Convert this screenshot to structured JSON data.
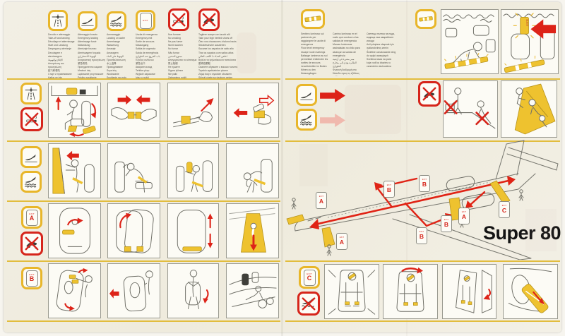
{
  "card": {
    "aircraft_name": "Super 80",
    "exit_word": "EXIT"
  },
  "top_instructions": [
    {
      "name": "takeoff-landing",
      "lines": [
        "Decollo e atterraggio",
        "Take-off and landing",
        "Décollage et atterrissage",
        "Start und Landung",
        "Despegue y aterrizaje",
        "Decolagem e aterrissagem",
        "الإقلاع والهبوط",
        "Απογείωση και προσγείωση",
        "起飞和着陆",
        "Старт и приземяване",
        "Kalkış ve iniş",
        "Start i lądowanie",
        "Start i spuštanje"
      ]
    },
    {
      "name": "emergency-landing",
      "lines": [
        "Atterraggio forzato",
        "Emergency landing",
        "Atterrissage forcé",
        "Notlandung",
        "Aterrizaje forzoso",
        "Aterrissagem forçada",
        "الهبوط الاضطراري",
        "Αναγκαστική προσγείωση",
        "紧急着陆",
        "Принудително кацане",
        "Mecburi iniş",
        "Lądowanie przymusowe",
        "Prisilno spuštanje"
      ]
    },
    {
      "name": "ditching",
      "lines": [
        "Ammaraggio",
        "Landing on water",
        "Amerrissage",
        "Wasserung",
        "Amaraje",
        "Amaragem",
        "الهبوط على الماء",
        "Προσθαλάσσωση",
        "水上迫降",
        "Приводняване",
        "Suya iniş",
        "Wodowanie",
        "Spuštanje na vodu"
      ]
    },
    {
      "name": "emergency-exit",
      "lines": [
        "Uscita di emergenza",
        "Emergency exit",
        "Sortie de secours",
        "Notausgang",
        "Salida de urgencia",
        "Saída de emergência",
        "باب الخروج عند الطوارئ",
        "Έξοδος κινδύνου",
        "紧急出口",
        "Авариен изход",
        "Tehlike çıkışı",
        "Wyjście zapasowe",
        "Izlaz u nuždi"
      ]
    },
    {
      "name": "no-smoking",
      "lines": [
        "Non fumare",
        "No smoking",
        "Ne pas fumer",
        "Nicht rauchen",
        "No fumar",
        "Não fumar",
        "ممنوع التدخين",
        "Απαγορεύεται το κάπνισμα",
        "禁止吸烟",
        "Не пушете",
        "Sigara içilmez",
        "Nie palić",
        "Zabranjeno pušiti"
      ]
    },
    {
      "name": "no-high-heels",
      "lines": [
        "Togliere scarpe con tacchi alti",
        "Take your high heeled shoes off",
        "Ôtez vos chaussures à talons hauts",
        "Stöckelschuhe ausziehen",
        "Sacarse los zapatos de salto alto",
        "Tirar os sapatos com saltos altos",
        "اخلعي الحذاء ذا الكعب العالي",
        "Βγάλτε τα ψηλοτάκουνα παπούτσια",
        "脱掉高跟鞋",
        "Свалете обувките с високи токчета",
        "Topuklu ayakkabıları çıkarın",
        "Zdjąć buty z wysokim obcasem",
        "Skinuti cipele sa visokom petom"
      ]
    }
  ],
  "floor_path": {
    "columns": [
      [
        "Sentiero luminoso sul pavimento per raggiungere le uscite di emergenza",
        "Floor level emergency escape route markings",
        "Balisage lumineux au sol permettant d'atteindre les sorties de secours",
        "Leuchtstreifen im Boden führen zu den Notausgängen"
      ],
      [
        "Camino luminoso en el suelo que conduce a las salidas de emergencia",
        "Marcas luminosas assinaladas no chão para alcançar as saídas de emergência",
        "ممر مضيء في أرضية الطائرة يؤدي إلى مخارج الطوارئ",
        "Φωτεινή διαδρομή στο δάπεδο προς τις εξόδους κινδύνου"
      ],
      [
        "Светеща пътека на пода, водеща към аварийните изходи",
        "Acil çıkışlara ulaşmak için ışıklandırılmış zemin",
        "Świetlne oznakowanie dróg do wyjść awaryjnych",
        "Svetleća staza na podu koja vodi ka izlazima u vanrednim okolnostima"
      ]
    ]
  },
  "aircraft_exits": {
    "letters": [
      "A",
      "B",
      "B",
      "A",
      "B",
      "B",
      "A",
      "C"
    ]
  },
  "margin_exits": {
    "front_door": "A",
    "overwing": "B",
    "tailcone": "C"
  }
}
